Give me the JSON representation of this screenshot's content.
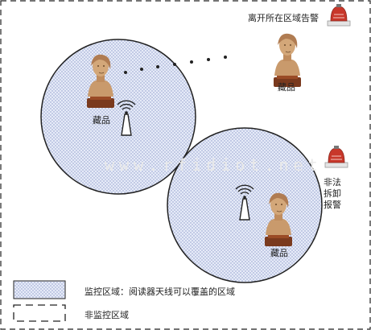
{
  "labels": {
    "alarm_leave_area": "离开所在区域告警",
    "collection_top_right": "藏品",
    "collection_left": "藏品",
    "collection_right": "藏品",
    "alarm_illegal_removal": [
      "非法",
      "拆卸",
      "报警"
    ]
  },
  "watermark": "www.rfidiot.net",
  "legend": {
    "monitored": "监控区域：阅读器天线可以覆盖的区域",
    "unmonitored": "非监控区域"
  },
  "colors": {
    "circle_fill": "#dfe5f6",
    "circle_stroke": "#222222",
    "bust_skin": "#c99a6c",
    "bust_base": "#7a3a1e",
    "alarm_red": "#c8372a"
  }
}
